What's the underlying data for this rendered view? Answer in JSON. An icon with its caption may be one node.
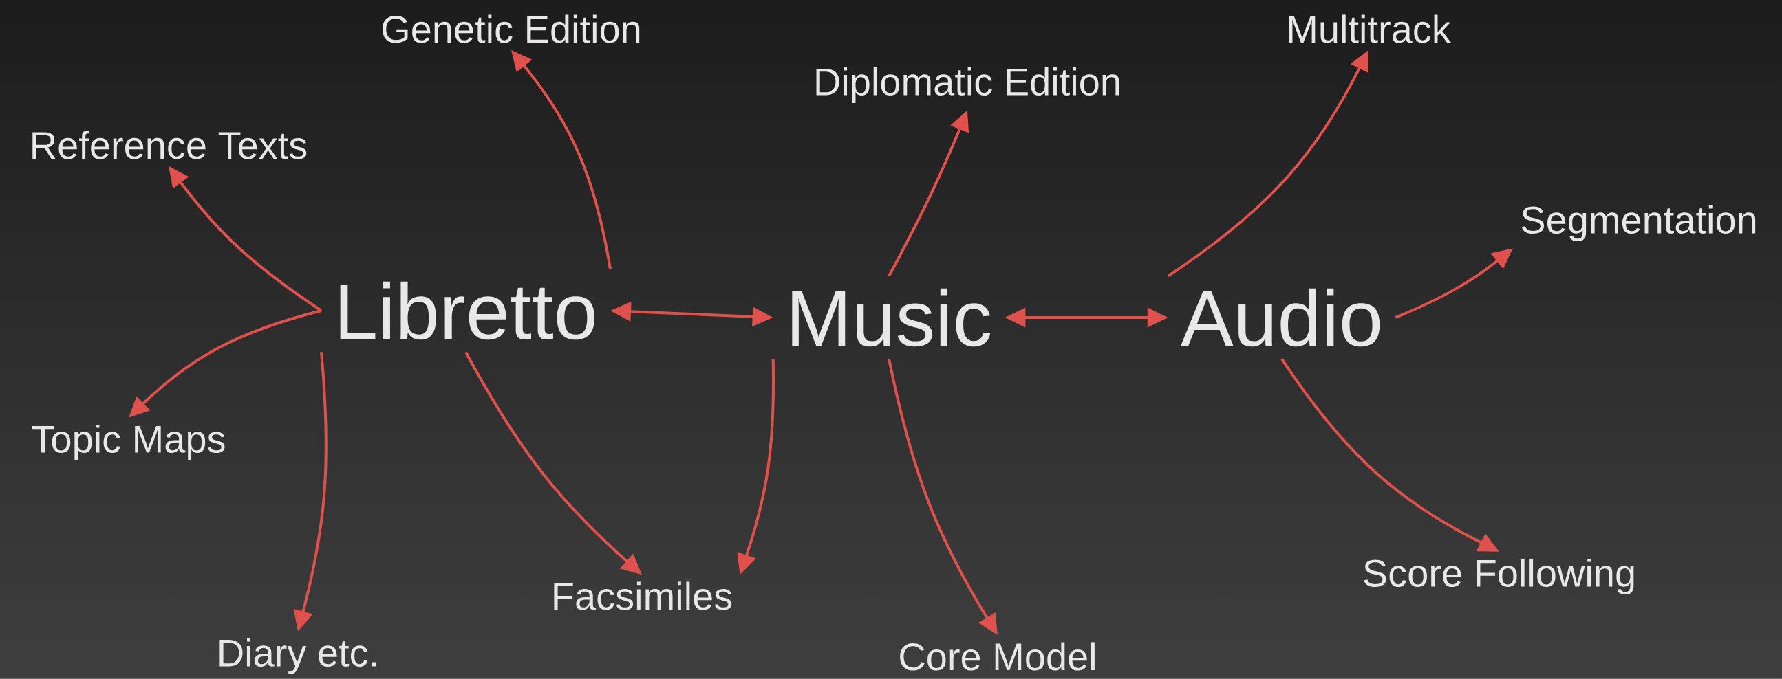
{
  "diagram": {
    "nodes": [
      {
        "text": [
          "Libretto"
        ]
      },
      {
        "text": [
          "Music"
        ]
      },
      {
        "text": [
          "Audio"
        ]
      },
      {
        "text": [
          "Genetic Edition"
        ]
      },
      {
        "text": [
          "Reference Texts"
        ]
      },
      {
        "text": [
          "Topic Maps"
        ]
      },
      {
        "text": [
          "Diary etc."
        ]
      },
      {
        "text": [
          "Facsimiles"
        ]
      },
      {
        "text": [
          "Diplomatic Edition"
        ]
      },
      {
        "text": [
          "Core Model"
        ]
      },
      {
        "text": [
          "Multitrack"
        ]
      },
      {
        "text": [
          "Segmentation"
        ]
      },
      {
        "text": [
          "Score Following"
        ]
      }
    ],
    "edges": [
      {
        "from": 0,
        "to": 3,
        "arrow": "to"
      },
      {
        "from": 0,
        "to": 4,
        "arrow": "to"
      },
      {
        "from": 0,
        "to": 5,
        "arrow": "to"
      },
      {
        "from": 0,
        "to": 6,
        "arrow": "to"
      },
      {
        "from": 0,
        "to": 7,
        "arrow": "to"
      },
      {
        "from": 0,
        "to": 1,
        "arrow": "both"
      },
      {
        "from": 1,
        "to": 8,
        "arrow": "to"
      },
      {
        "from": 1,
        "to": 7,
        "arrow": "to"
      },
      {
        "from": 1,
        "to": 9,
        "arrow": "to"
      },
      {
        "from": 1,
        "to": 2,
        "arrow": "both"
      },
      {
        "from": 2,
        "to": 10,
        "arrow": "to"
      },
      {
        "from": 2,
        "to": 11,
        "arrow": "to"
      },
      {
        "from": 2,
        "to": 12,
        "arrow": "to"
      }
    ]
  }
}
